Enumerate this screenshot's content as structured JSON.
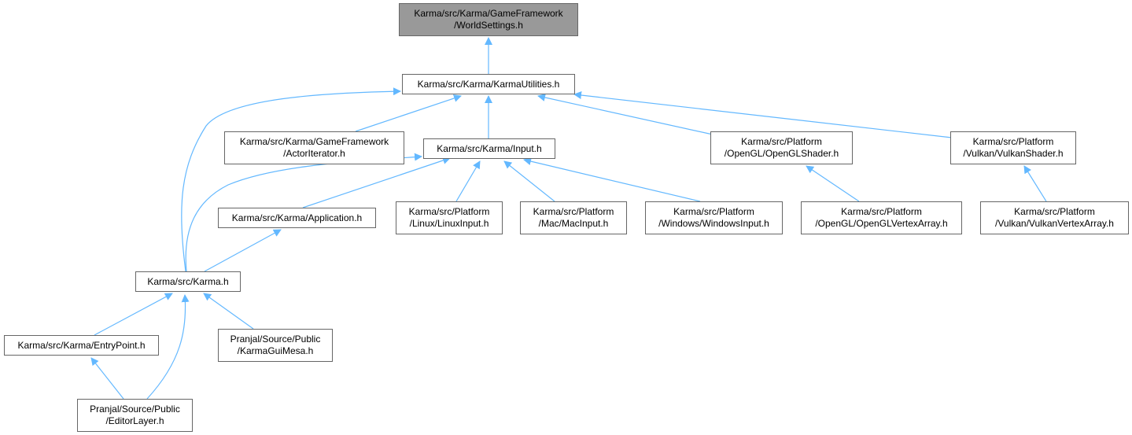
{
  "graph": {
    "edge_color": "#63b8ff",
    "root_fill": "#999999",
    "node_border": "#666666",
    "nodes": {
      "worldsettings": {
        "lines": [
          "Karma/src/Karma/GameFramework",
          "/WorldSettings.h"
        ]
      },
      "karmautilities": {
        "lines": [
          "Karma/src/Karma/KarmaUtilities.h"
        ]
      },
      "actoriterator": {
        "lines": [
          "Karma/src/Karma/GameFramework",
          "/ActorIterator.h"
        ]
      },
      "input": {
        "lines": [
          "Karma/src/Karma/Input.h"
        ]
      },
      "openglshader": {
        "lines": [
          "Karma/src/Platform",
          "/OpenGL/OpenGLShader.h"
        ]
      },
      "vulkanshader": {
        "lines": [
          "Karma/src/Platform",
          "/Vulkan/VulkanShader.h"
        ]
      },
      "application": {
        "lines": [
          "Karma/src/Karma/Application.h"
        ]
      },
      "linuxinput": {
        "lines": [
          "Karma/src/Platform",
          "/Linux/LinuxInput.h"
        ]
      },
      "macinput": {
        "lines": [
          "Karma/src/Platform",
          "/Mac/MacInput.h"
        ]
      },
      "windowsinput": {
        "lines": [
          "Karma/src/Platform",
          "/Windows/WindowsInput.h"
        ]
      },
      "openglvertexarray": {
        "lines": [
          "Karma/src/Platform",
          "/OpenGL/OpenGLVertexArray.h"
        ]
      },
      "vulkanvertexarray": {
        "lines": [
          "Karma/src/Platform",
          "/Vulkan/VulkanVertexArray.h"
        ]
      },
      "karma": {
        "lines": [
          "Karma/src/Karma.h"
        ]
      },
      "entrypoint": {
        "lines": [
          "Karma/src/Karma/EntryPoint.h"
        ]
      },
      "karmaguimesa": {
        "lines": [
          "Pranjal/Source/Public",
          "/KarmaGuiMesa.h"
        ]
      },
      "editorlayer": {
        "lines": [
          "Pranjal/Source/Public",
          "/EditorLayer.h"
        ]
      }
    },
    "edges": [
      [
        "karmautilities",
        "worldsettings"
      ],
      [
        "actoriterator",
        "karmautilities"
      ],
      [
        "input",
        "karmautilities"
      ],
      [
        "openglshader",
        "karmautilities"
      ],
      [
        "vulkanshader",
        "karmautilities"
      ],
      [
        "karma",
        "karmautilities"
      ],
      [
        "application",
        "input"
      ],
      [
        "linuxinput",
        "input"
      ],
      [
        "macinput",
        "input"
      ],
      [
        "windowsinput",
        "input"
      ],
      [
        "karma",
        "input"
      ],
      [
        "openglvertexarray",
        "openglshader"
      ],
      [
        "vulkanvertexarray",
        "vulkanshader"
      ],
      [
        "karma",
        "application"
      ],
      [
        "entrypoint",
        "karma"
      ],
      [
        "karmaguimesa",
        "karma"
      ],
      [
        "editorlayer",
        "karma"
      ],
      [
        "editorlayer",
        "entrypoint"
      ]
    ]
  }
}
